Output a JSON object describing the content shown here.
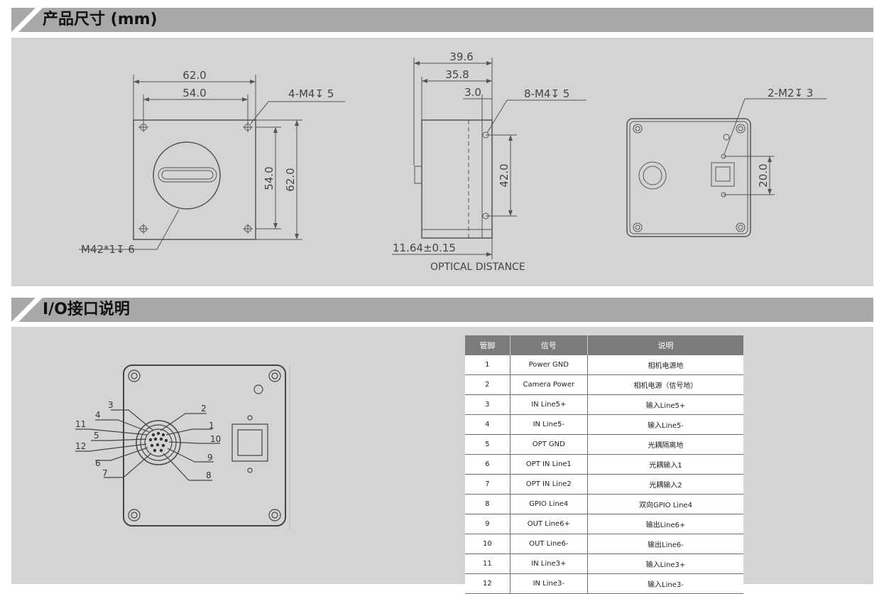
{
  "sections": {
    "dimensions_title": "产品尺寸 (mm)",
    "io_title": "I/O接口说明"
  },
  "front_view": {
    "dim_width_outer": "62.0",
    "dim_width_inner": "54.0",
    "dim_height_inner": "54.0",
    "dim_height_outer": "62.0",
    "holes_label": "4-M4↧ 5",
    "mount_label": "M42*1↧ 6"
  },
  "side_view": {
    "dim_total": "39.6",
    "dim_body": "35.8",
    "dim_flange": "3.0",
    "holes_label": "8-M4↧ 5",
    "dim_hole_spacing": "42.0",
    "optical_value": "11.64±0.15",
    "optical_label": "OPTICAL DISTANCE"
  },
  "rear_view": {
    "holes_label": "2-M2↧ 3",
    "dim_spacing": "20.0"
  },
  "connector": {
    "pin_labels": [
      "1",
      "2",
      "3",
      "4",
      "5",
      "6",
      "7",
      "8",
      "9",
      "10",
      "11",
      "12"
    ]
  },
  "io_table": {
    "headers": [
      "管脚",
      "信号",
      "说明"
    ],
    "rows": [
      [
        "1",
        "Power GND",
        "相机电源地"
      ],
      [
        "2",
        "Camera Power",
        "相机电源（信号地）"
      ],
      [
        "3",
        "IN Line5+",
        "输入Line5+"
      ],
      [
        "4",
        "IN Line5-",
        "输入Line5-"
      ],
      [
        "5",
        "OPT GND",
        "光耦隔离地"
      ],
      [
        "6",
        "OPT IN Line1",
        "光耦输入1"
      ],
      [
        "7",
        "OPT IN Line2",
        "光耦输入2"
      ],
      [
        "8",
        "GPIO Line4",
        "双向GPIO Line4"
      ],
      [
        "9",
        "OUT Line6+",
        "输出Line6+"
      ],
      [
        "10",
        "OUT Line6-",
        "输出Line6-"
      ],
      [
        "11",
        "IN Line3+",
        "输入Line3+"
      ],
      [
        "12",
        "IN Line3-",
        "输入Line3-"
      ]
    ]
  }
}
